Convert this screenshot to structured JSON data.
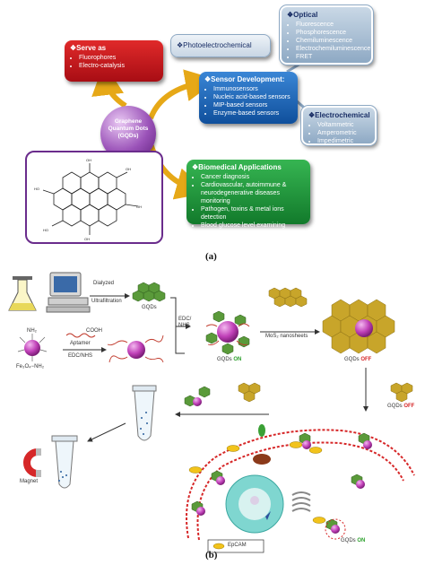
{
  "panel_a": {
    "serve_as": {
      "title": "❖Serve as",
      "items": [
        "Fluorophores",
        "Electro-catalysis"
      ]
    },
    "optical": {
      "title": "❖Optical",
      "items": [
        "Fluorescence",
        "Phosphorescence",
        "Chemiluminescence",
        "Electrochemiluminescence",
        "FRET"
      ]
    },
    "photoelectrochemical": {
      "title": "❖Photoelectrochemical"
    },
    "sensor": {
      "title": "❖Sensor Development:",
      "items": [
        "Immunosensors",
        "Nucleic acid-based sensors",
        "MIP-based sensors",
        "Enzyme-based sensors"
      ]
    },
    "electrochemical": {
      "title": "❖Electrochemical",
      "items": [
        "Voltammetric",
        "Amperometric",
        "Impedimetric"
      ]
    },
    "center": {
      "label": "Graphene Quantum Dots (GQDs)"
    },
    "biomedical": {
      "title": "❖Biomedical Applications",
      "items": [
        "Cancer diagnosis",
        "Cardiovascular, autoimmune & neurodegenerative diseases monitoring",
        "Pathogen, toxins & metal ions detection",
        "Blood glucose level examining"
      ]
    },
    "caption": "(a)"
  },
  "panel_b": {
    "dialyzed": "Dialyzed",
    "ultrafiltration": "Ultrafiltration",
    "gqds": "GQDs",
    "edc_nhs_1": "EDC/ NHS",
    "cooh": "COOH",
    "aptamer": "Aptamer",
    "edc_nhs_2": "EDC/NHS",
    "fe3o4": "Fe₃O₄−NH₂",
    "nh2": "NH₂",
    "mos2": "MoS₂ nanosheets",
    "gqds_on_1_a": "GQDs",
    "gqds_on_1_b": "ON",
    "gqds_off_1_a": "GQDs",
    "gqds_off_1_b": "OFF",
    "gqds_off_2_a": "GQDs",
    "gqds_off_2_b": "OFF",
    "gqds_on_2_a": "GQDs",
    "gqds_on_2_b": "ON",
    "magnet": "Magnet",
    "epcam": "EpCAM",
    "caption": "(b)"
  },
  "colors": {
    "red_box": "#c8141e",
    "blue_box": "#1566b8",
    "green_box": "#1e9a3a",
    "gray_box": "#9fb7cf",
    "arrow_gold": "#e6a817",
    "purple_frame": "#6a2c8c",
    "on_green": "#2ca02c",
    "off_red": "#d62728",
    "gqd_green": "#5a9a3a",
    "mos2_yellow": "#c8a52a",
    "sphere_magenta": "#c040b8"
  }
}
